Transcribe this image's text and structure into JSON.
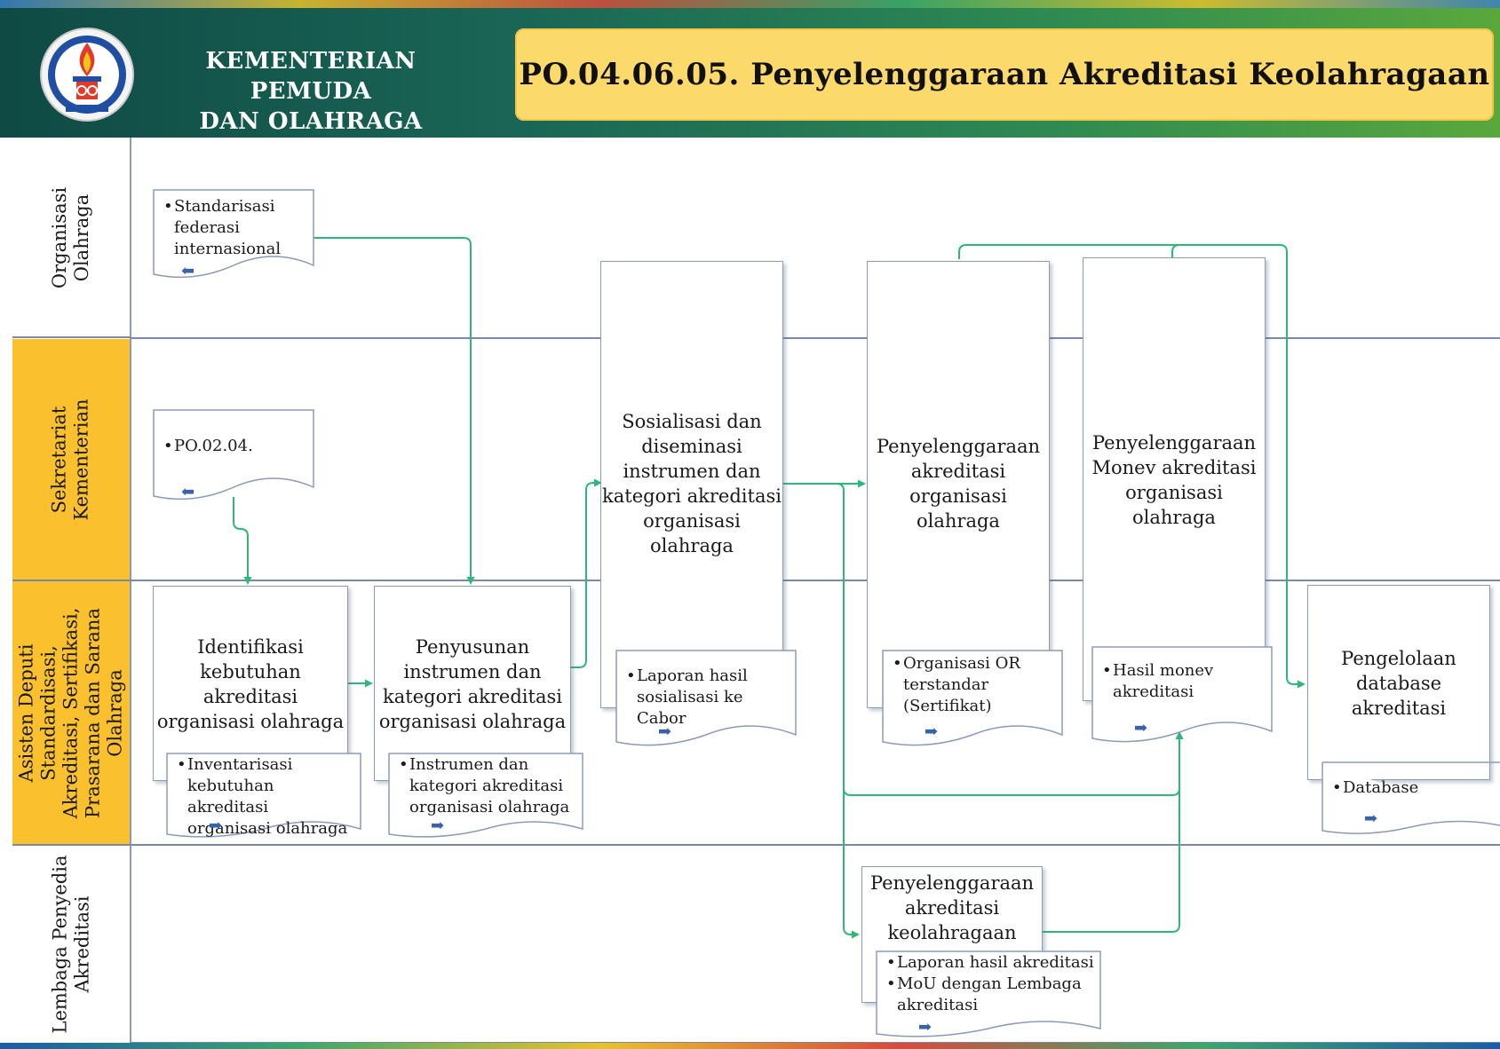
{
  "header": {
    "org_name_line1": "KEMENTERIAN PEMUDA",
    "org_name_line2": "DAN OLAHRAGA",
    "title": "PO.04.06.05.  Penyelenggaraan  Akreditasi Keolahragaan"
  },
  "lanes": [
    {
      "label_lines": [
        "Organisasi",
        "Olahraga"
      ]
    },
    {
      "label_lines": [
        "Sekretariat",
        "Kementerian"
      ]
    },
    {
      "label_lines": [
        "Asisten Deputi",
        "Standardisasi,",
        "Akreditasi, Sertifikasi,",
        "Prasarana dan Sarana",
        "Olahraga"
      ]
    },
    {
      "label_lines": [
        "Lembaga Penyedia",
        "Akreditasi"
      ]
    }
  ],
  "processes": {
    "identifikasi": [
      "Identifikasi",
      "kebutuhan",
      "akreditasi",
      "organisasi olahraga"
    ],
    "penyusunan": [
      "Penyusunan",
      "instrumen dan",
      "kategori  akreditasi",
      "organisasi olahraga"
    ],
    "sosialisasi": [
      "Sosialisasi dan",
      "diseminasi",
      "instrumen dan",
      "kategori akreditasi",
      "organisasi",
      "olahraga"
    ],
    "penyelenggaraan_or": [
      "Penyelenggaraan",
      "akreditasi",
      "organisasi",
      "olahraga"
    ],
    "monev": [
      "Penyelenggaraan",
      "Monev akreditasi",
      "organisasi",
      "olahraga"
    ],
    "database": [
      "Pengelolaan",
      "database",
      "akreditasi"
    ],
    "keolahragaan": [
      "Penyelenggaraan",
      "akreditasi",
      "keolahragaan"
    ]
  },
  "documents": {
    "standarisasi": [
      "Standarisasi federasi internasional"
    ],
    "po0204": [
      "PO.02.04."
    ],
    "inventarisasi": [
      "Inventarisasi kebutuhan akreditasi organisasi olahraga"
    ],
    "instrumen": [
      "Instrumen dan kategori akreditasi organisasi olahraga"
    ],
    "laporan_sosialisasi": [
      "Laporan hasil sosialisasi ke Cabor"
    ],
    "organisasi_or": [
      "Organisasi OR terstandar (Sertifikat)"
    ],
    "hasil_monev": [
      "Hasil monev akreditasi"
    ],
    "database_doc": [
      "Database"
    ],
    "laporan_akreditasi": [
      "Laporan hasil akreditasi",
      "MoU dengan Lembaga akreditasi"
    ]
  },
  "icons": {
    "arrow_left": "left-arrow-icon",
    "arrow_right": "right-arrow-icon"
  },
  "colors": {
    "connector": "#2db87a",
    "lane_highlight": "#fbc02d",
    "title_box": "#fbd96b",
    "box_border": "#8a9bb8",
    "doc_arrow": "#3a62a8"
  }
}
